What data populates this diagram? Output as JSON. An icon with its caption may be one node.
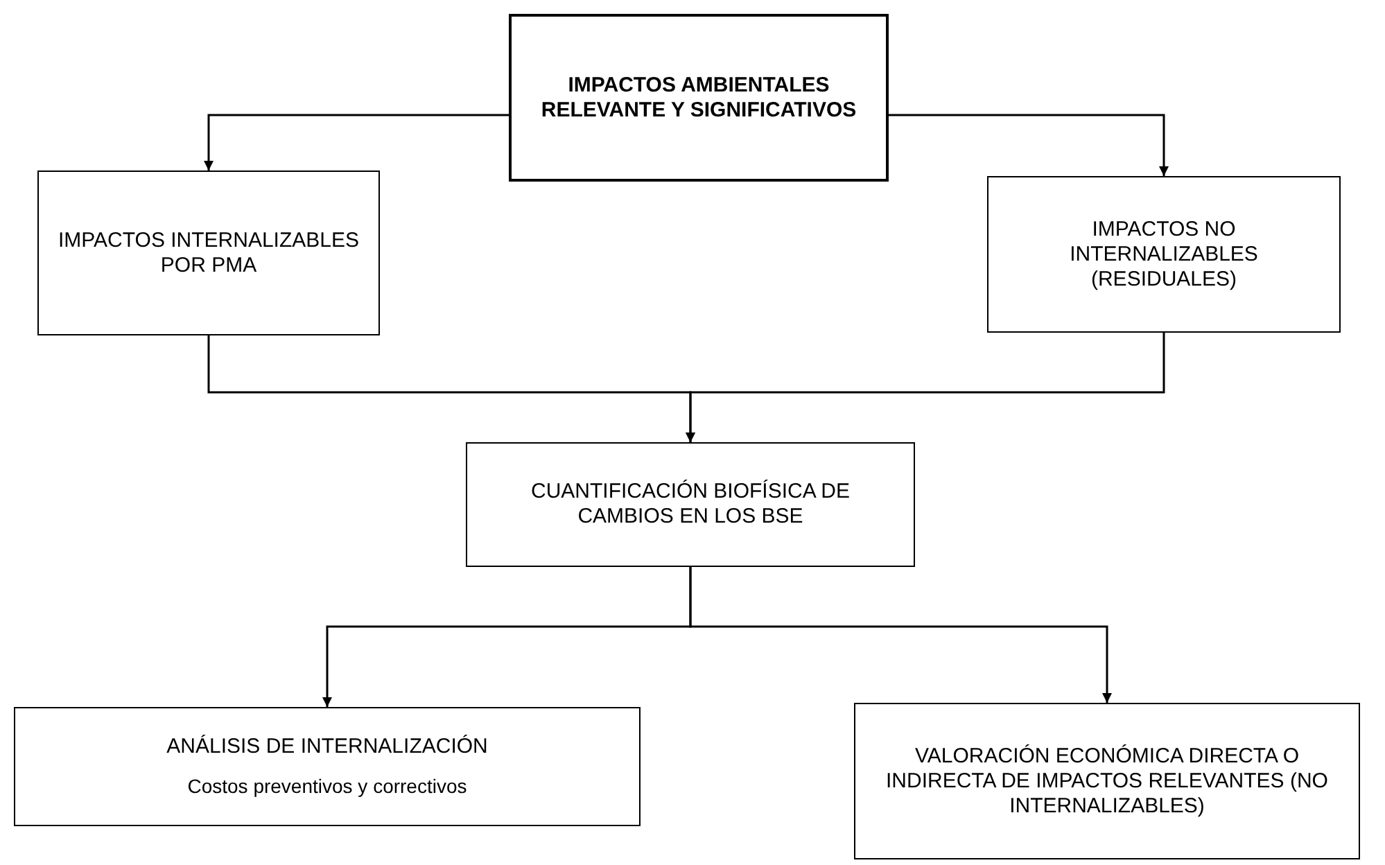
{
  "diagram": {
    "nodes": [
      {
        "text": [
          "IMPACTOS AMBIENTALES RELEVANTE Y SIGNIFICATIVOS"
        ]
      },
      {
        "text": [
          "IMPACTOS INTERNALIZABLES POR PMA"
        ]
      },
      {
        "text": [
          "IMPACTOS NO INTERNALIZABLES (RESIDUALES)"
        ]
      },
      {
        "text": [
          "CUANTIFICACIÓN BIOFÍSICA DE CAMBIOS EN LOS BSE"
        ]
      },
      {
        "text": [
          "ANÁLISIS DE INTERNALIZACIÓN",
          "Costos preventivos y correctivos"
        ]
      },
      {
        "text": [
          "VALORACIÓN ECONÓMICA DIRECTA O INDIRECTA DE IMPACTOS RELEVANTES (NO INTERNALIZABLES)"
        ]
      }
    ],
    "edges": [
      {
        "from": 0,
        "to": 1,
        "arrow": "to"
      },
      {
        "from": 0,
        "to": 2,
        "arrow": "to"
      },
      {
        "from": 1,
        "to": 3,
        "arrow": "to"
      },
      {
        "from": 2,
        "to": 3,
        "arrow": "to"
      },
      {
        "from": 3,
        "to": 4,
        "arrow": "to"
      },
      {
        "from": 3,
        "to": 5,
        "arrow": "to"
      }
    ]
  }
}
